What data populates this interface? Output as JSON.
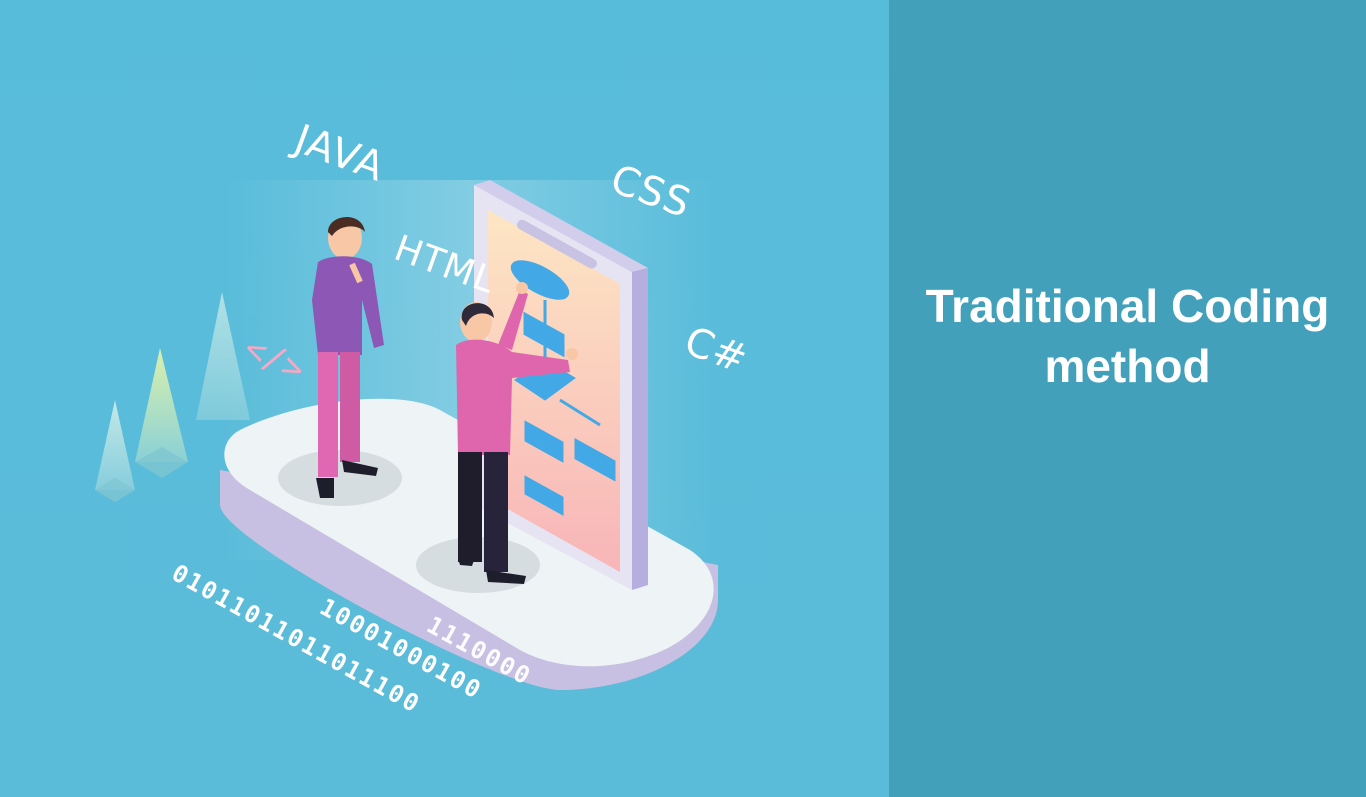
{
  "colors": {
    "left_background": "#5bbcd9",
    "right_panel": "#42a0bb",
    "headline_text": "#ffffff"
  },
  "headline": {
    "line1": "Traditional Coding",
    "line2": "method"
  },
  "illustration": {
    "languages": [
      "JAVA",
      "HTML",
      "CSS",
      "C#"
    ],
    "code_symbol": "</>",
    "binary_lines": [
      "01011011011011100",
      "10001000100",
      "1110000"
    ]
  }
}
